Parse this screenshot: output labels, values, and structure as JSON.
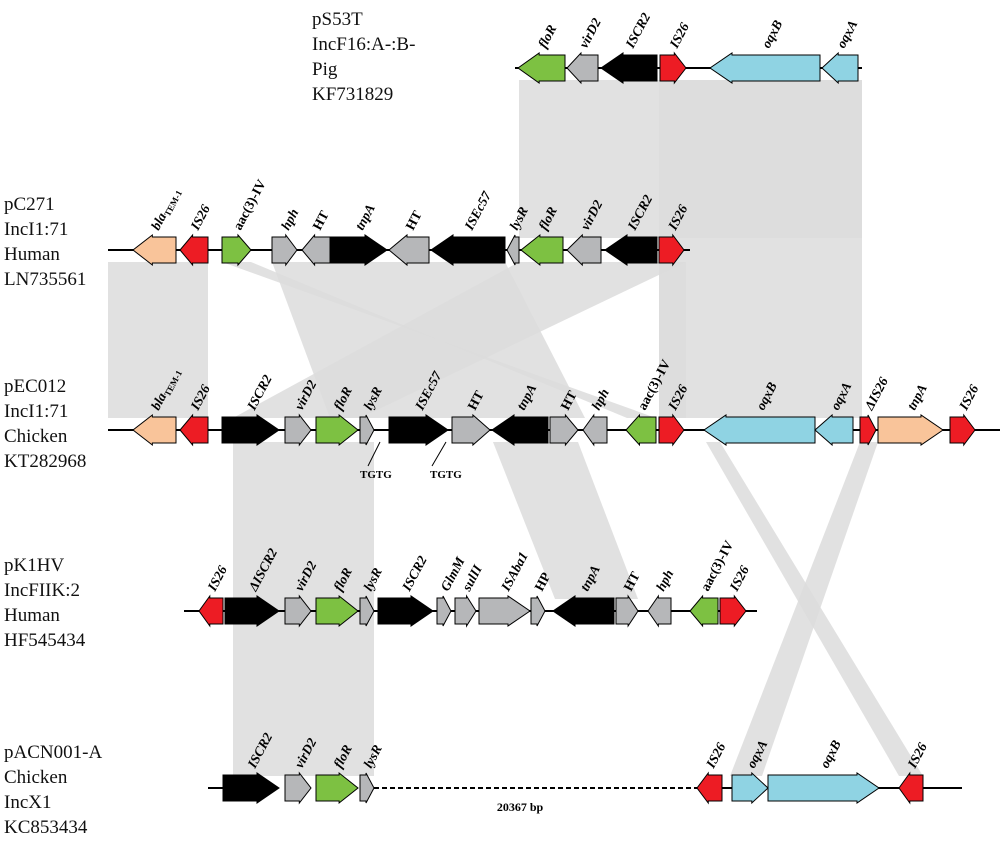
{
  "colors": {
    "floR": "#7dc142",
    "virD2": "#b6b7b9",
    "ISCR2": "#000000",
    "IS26": "#ed1c24",
    "oqx": "#8fd3e3",
    "bla": "#f9c49a",
    "aac": "#7dc142",
    "grey": "#b6b7b9",
    "black": "#000000",
    "shade": "#dcdcdc"
  },
  "plasmids": [
    {
      "id": "pS53T",
      "lines": [
        "pS53T",
        "IncF16:A-:B-",
        "Pig",
        "KF731829"
      ]
    },
    {
      "id": "pC271",
      "lines": [
        "pC271",
        "IncI1:71",
        "Human",
        "LN735561"
      ]
    },
    {
      "id": "pEC012",
      "lines": [
        "pEC012",
        "IncI1:71",
        "Chicken",
        "KT282968"
      ]
    },
    {
      "id": "pK1HV",
      "lines": [
        "pK1HV",
        "IncFIIK:2",
        "Human",
        "HF545434"
      ]
    },
    {
      "id": "pACN001-A",
      "lines": [
        "pACN001-A",
        "Chicken",
        "IncX1",
        "KC853434"
      ]
    }
  ],
  "gap_label": "20367 bp",
  "tgtg_label": "TGTG",
  "genes": {
    "pS53T": [
      {
        "name": "floR",
        "color": "floR",
        "dir": "left"
      },
      {
        "name": "virD2",
        "color": "virD2",
        "dir": "left"
      },
      {
        "name": "ISCR2",
        "color": "ISCR2",
        "dir": "left"
      },
      {
        "name": "IS26",
        "color": "IS26",
        "dir": "right"
      },
      {
        "name": "oqxB",
        "color": "oqx",
        "dir": "left"
      },
      {
        "name": "oqxA",
        "color": "oqx",
        "dir": "left"
      }
    ],
    "pC271": [
      {
        "name": "blaTEM-1",
        "color": "bla",
        "dir": "left"
      },
      {
        "name": "IS26",
        "color": "IS26",
        "dir": "left"
      },
      {
        "name": "aac(3)-IV",
        "color": "aac",
        "dir": "right"
      },
      {
        "name": "hph",
        "color": "grey",
        "dir": "right"
      },
      {
        "name": "HT",
        "color": "grey",
        "dir": "left"
      },
      {
        "name": "tnpA",
        "color": "black",
        "dir": "right"
      },
      {
        "name": "HT",
        "color": "grey",
        "dir": "left"
      },
      {
        "name": "ISEc57",
        "color": "black",
        "dir": "left"
      },
      {
        "name": "lysR",
        "color": "grey",
        "dir": "left"
      },
      {
        "name": "floR",
        "color": "floR",
        "dir": "left"
      },
      {
        "name": "virD2",
        "color": "virD2",
        "dir": "left"
      },
      {
        "name": "ISCR2",
        "color": "ISCR2",
        "dir": "left"
      },
      {
        "name": "IS26",
        "color": "IS26",
        "dir": "right"
      }
    ],
    "pEC012": [
      {
        "name": "blaTEM-1",
        "color": "bla",
        "dir": "left"
      },
      {
        "name": "IS26",
        "color": "IS26",
        "dir": "left"
      },
      {
        "name": "ISCR2",
        "color": "ISCR2",
        "dir": "right"
      },
      {
        "name": "virD2",
        "color": "virD2",
        "dir": "right"
      },
      {
        "name": "floR",
        "color": "floR",
        "dir": "right"
      },
      {
        "name": "lysR",
        "color": "grey",
        "dir": "right"
      },
      {
        "name": "ISEc57",
        "color": "black",
        "dir": "right"
      },
      {
        "name": "HT",
        "color": "grey",
        "dir": "right"
      },
      {
        "name": "tnpA",
        "color": "black",
        "dir": "left"
      },
      {
        "name": "HT",
        "color": "grey",
        "dir": "right"
      },
      {
        "name": "hph",
        "color": "grey",
        "dir": "left"
      },
      {
        "name": "aac(3)-IV",
        "color": "aac",
        "dir": "left"
      },
      {
        "name": "IS26",
        "color": "IS26",
        "dir": "right"
      },
      {
        "name": "oqxB",
        "color": "oqx",
        "dir": "left"
      },
      {
        "name": "oqxA",
        "color": "oqx",
        "dir": "left"
      },
      {
        "name": "ΔIS26",
        "color": "IS26",
        "dir": "right"
      },
      {
        "name": "tnpA",
        "color": "bla",
        "dir": "right"
      },
      {
        "name": "IS26",
        "color": "IS26",
        "dir": "right"
      }
    ],
    "pK1HV": [
      {
        "name": "IS26",
        "color": "IS26",
        "dir": "left"
      },
      {
        "name": "ΔISCR2",
        "color": "ISCR2",
        "dir": "right"
      },
      {
        "name": "virD2",
        "color": "virD2",
        "dir": "right"
      },
      {
        "name": "floR",
        "color": "floR",
        "dir": "right"
      },
      {
        "name": "lysR",
        "color": "grey",
        "dir": "right"
      },
      {
        "name": "ISCR2",
        "color": "ISCR2",
        "dir": "right"
      },
      {
        "name": "GlmM",
        "color": "grey",
        "dir": "right"
      },
      {
        "name": "sulII",
        "color": "grey",
        "dir": "right"
      },
      {
        "name": "ISAba1",
        "color": "grey",
        "dir": "right"
      },
      {
        "name": "HP",
        "color": "grey",
        "dir": "right"
      },
      {
        "name": "tnpA",
        "color": "black",
        "dir": "left"
      },
      {
        "name": "HT",
        "color": "grey",
        "dir": "right"
      },
      {
        "name": "hph",
        "color": "grey",
        "dir": "left"
      },
      {
        "name": "aac(3)-IV",
        "color": "aac",
        "dir": "left"
      },
      {
        "name": "IS26",
        "color": "IS26",
        "dir": "right"
      }
    ],
    "pACN001-A": [
      {
        "name": "ISCR2",
        "color": "ISCR2",
        "dir": "right"
      },
      {
        "name": "virD2",
        "color": "virD2",
        "dir": "right"
      },
      {
        "name": "floR",
        "color": "floR",
        "dir": "right"
      },
      {
        "name": "lysR",
        "color": "grey",
        "dir": "right"
      },
      {
        "name": "IS26",
        "color": "IS26",
        "dir": "left"
      },
      {
        "name": "oqxA",
        "color": "oqx",
        "dir": "right"
      },
      {
        "name": "oqxB",
        "color": "oqx",
        "dir": "right"
      },
      {
        "name": "IS26",
        "color": "IS26",
        "dir": "left"
      }
    ]
  }
}
